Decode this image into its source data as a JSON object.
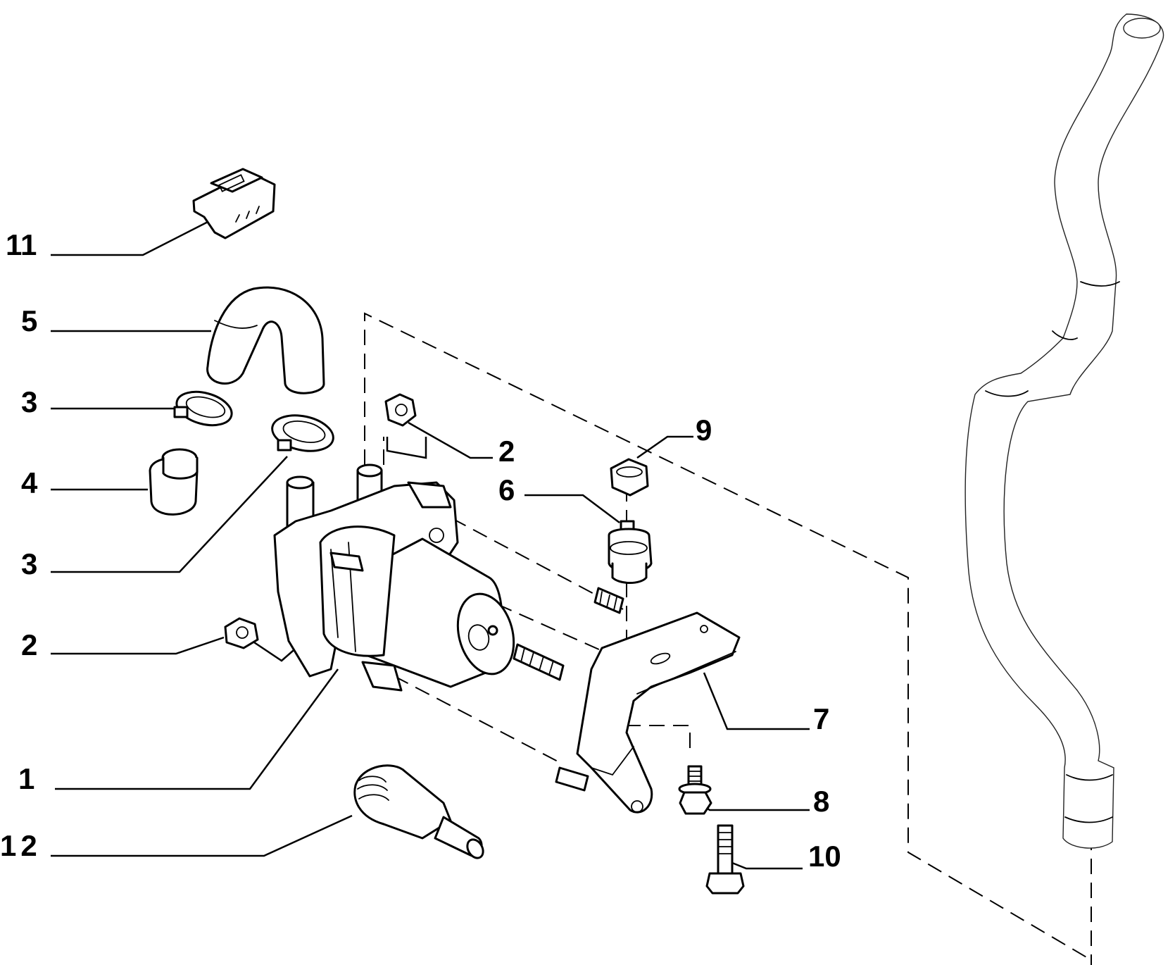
{
  "callouts": [
    {
      "id": "1",
      "label": "1"
    },
    {
      "id": "2a",
      "label": "2"
    },
    {
      "id": "2b",
      "label": "2"
    },
    {
      "id": "3a",
      "label": "3"
    },
    {
      "id": "3b",
      "label": "3"
    },
    {
      "id": "4",
      "label": "4"
    },
    {
      "id": "5",
      "label": "5"
    },
    {
      "id": "6",
      "label": "6"
    },
    {
      "id": "7",
      "label": "7"
    },
    {
      "id": "8",
      "label": "8"
    },
    {
      "id": "9",
      "label": "9"
    },
    {
      "id": "10",
      "label": "10"
    },
    {
      "id": "11",
      "label": "11"
    },
    {
      "id": "12",
      "label": "12"
    }
  ]
}
